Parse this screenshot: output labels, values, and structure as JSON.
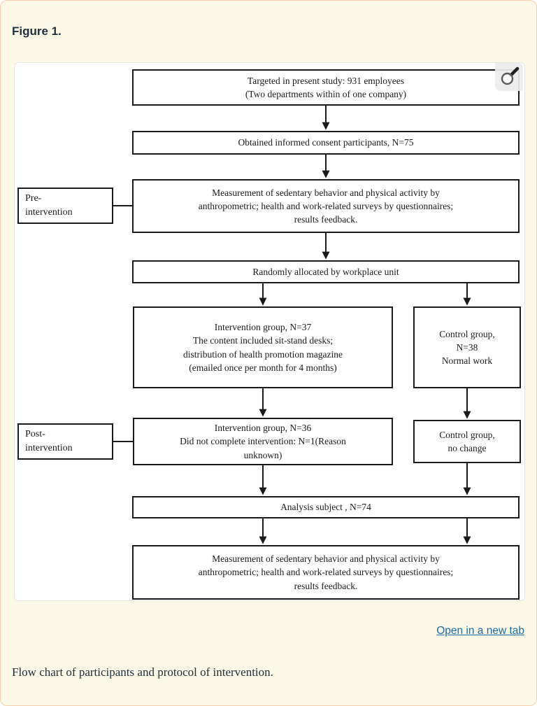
{
  "page": {
    "figure_label": "Figure 1.",
    "open_link_label": "Open in a new tab",
    "caption": "Flow chart of participants and protocol of intervention."
  },
  "colors": {
    "card_background": "#fcf8e8",
    "card_border": "#f3cfb0",
    "link_blue": "#1b6aa5",
    "box_border": "#1a1a1a"
  },
  "icons": {
    "zoom_button": "magnifier-icon"
  },
  "flowchart": {
    "targeted": {
      "text": "Targeted in present study: 931 employees\n(Two departments within of one company)"
    },
    "consent": {
      "text": "Obtained informed consent participants, N=75"
    },
    "measurement_pre": {
      "text": "Measurement of sedentary behavior and physical activity by\nanthropometric; health and work-related surveys by questionnaires;\nresults feedback."
    },
    "pre_label": {
      "text": "Pre-\nintervention"
    },
    "randomized": {
      "text": "Randomly allocated by workplace unit"
    },
    "intervention_group": {
      "text": "Intervention group, N=37\nThe content included sit-stand desks;\ndistribution of health promotion magazine\n(emailed once per month for 4 months)"
    },
    "control_group": {
      "text": "Control group,\nN=38\nNormal work"
    },
    "intervention_post": {
      "text": "Intervention group, N=36\nDid not complete intervention: N=1(Reason\nunknown)"
    },
    "post_label": {
      "text": "Post-\nintervention"
    },
    "control_post": {
      "text": "Control group,\nno change"
    },
    "analysis": {
      "text": "Analysis subject , N=74"
    },
    "measurement_post": {
      "text": "Measurement of sedentary behavior and physical activity by\nanthropometric; health and work-related surveys by questionnaires;\nresults feedback."
    }
  }
}
